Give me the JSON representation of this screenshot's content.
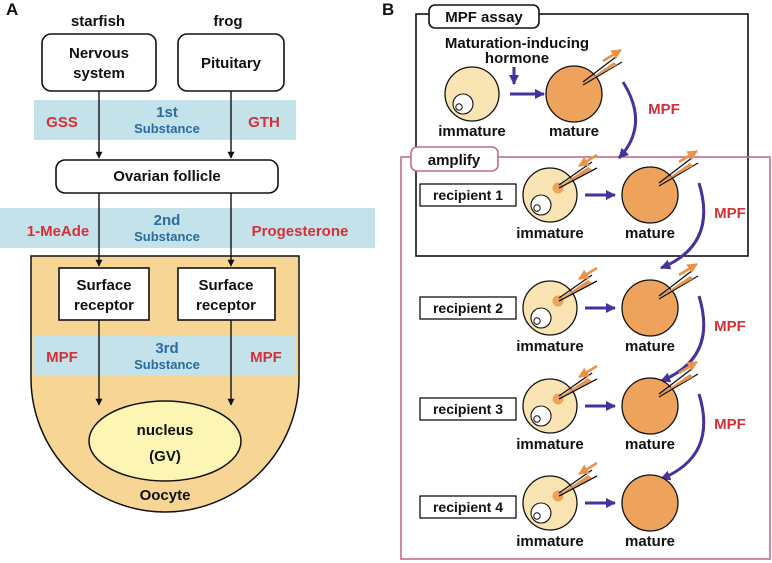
{
  "panelA": {
    "label": "A",
    "species_left": "starfish",
    "species_right": "frog",
    "box_left": [
      "Nervous",
      "system"
    ],
    "box_right": "Pituitary",
    "first": {
      "left": "GSS",
      "num": "1st",
      "word": "Substance",
      "right": "GTH"
    },
    "follicle": "Ovarian follicle",
    "second": {
      "left": "1-MeAde",
      "num": "2nd",
      "word": "Substance",
      "right": "Progesterone"
    },
    "receptor": [
      "Surface",
      "receptor"
    ],
    "third": {
      "left": "MPF",
      "num": "3rd",
      "word": "Substance",
      "right": "MPF"
    },
    "nucleus": [
      "nucleus",
      "(GV)"
    ],
    "oocyte": "Oocyte"
  },
  "panelB": {
    "label": "B",
    "assay_title": "MPF assay",
    "hormone": [
      "Maturation-inducing",
      "hormone"
    ],
    "amplify": "amplify",
    "immature": "immature",
    "mature": "mature",
    "mpf": "MPF",
    "recipients": [
      "recipient 1",
      "recipient 2",
      "recipient 3",
      "recipient 4"
    ]
  },
  "colors": {
    "oocyte_fill": "#f7d595",
    "immature_fill": "#fae4b3",
    "mature_fill": "#eda35b",
    "nucleus_fill": "#fcf5b4",
    "band_fill": "#c3e2ea",
    "red_text": "#d3313a",
    "blue_text": "#2b6aa3",
    "arrow_purple": "#46329a",
    "amplify_border": "#c66b8f",
    "pipette_orange": "#e8934c"
  }
}
